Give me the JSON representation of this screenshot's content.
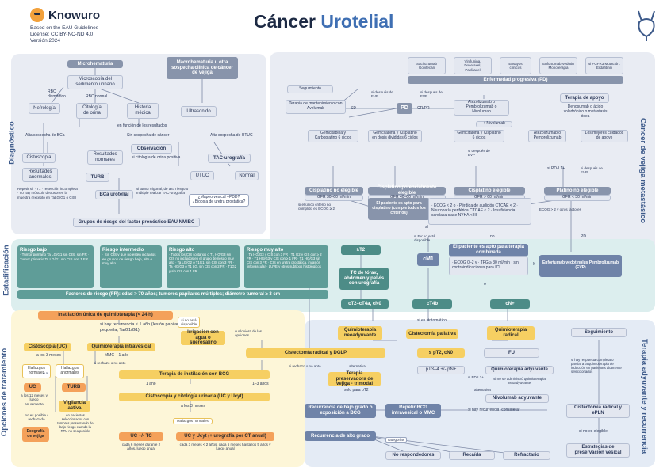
{
  "header": {
    "brand": "Knowuro",
    "meta1": "Based on the EAU Guidelines",
    "meta2": "License: CC BY-NC-ND 4.0",
    "meta3": "Versión 2024",
    "title_a": "Cáncer",
    "title_b": "Urotelial"
  },
  "sections": {
    "diag": "Diagnóstico",
    "estad": "Estadificación",
    "opt": "Opciones de tratamiento",
    "meta": "Cáncer de vejiga metastásico",
    "adj": "Terapia adyuvante y recurrencia"
  },
  "diag": {
    "micro": "Microhematuria",
    "micro_sed": "Microscopía del sedimento urinario",
    "rbc_dism": "RBC dismórfico",
    "rbc_norm": "RBC normal",
    "nefro": "Nefrología",
    "cito_orina": "Citología de orina",
    "hist": "Historia médica",
    "macro": "Macrohematuria u otra sospecha clínica de cáncer de vejiga",
    "us": "Ultrasonido",
    "fn": "en función de los resultados",
    "alta": "Alta sospecha de BCa",
    "sin": "Sin sospecha de cáncer",
    "alta_utuc": "Alta sospecha de UTUC",
    "cisto": "Cistoscopia",
    "res_norm": "Resultados normales",
    "obs": "Observación",
    "obs_note": "si citología de orina positiva",
    "tac": "TAC-urografía",
    "res_anorm": "Resultados anormales",
    "turb": "TURB",
    "utuc": "UTUC",
    "normal": "Normal",
    "repetir": "Repetir si: · T1 · resección incompleta · no hay músculo detrusor en la muestra (excepto en TaLG/G1 o CIS)",
    "bca": "BCa urotelial",
    "bca_note": "si tumor trigonal, de alto riesgo o múltiple realizar TAC-urografía",
    "mapeo": "¿Mapeo vesical +PDD? ¿Biopsia de uretra prostática?",
    "grupos": "Grupos de riesgo del factor pronóstico EAU NMIBC"
  },
  "meta": {
    "sac": "Sacituzumab Govitecan",
    "vinf": "Vinflunina, Docetaxel, Paclitaxel",
    "ensayos": "Ensayos clínicos",
    "enf": "Enfortumab Vedotin Monoterapia",
    "fgfr": "si FGFR3 Mutación: Erdafitinib",
    "prog": "Enfermedad progresiva (PD)",
    "seg": "Seguimiento",
    "mant": "Terapia de mantenimiento con Avelumab",
    "despues": "si después de EVP",
    "pd": "PD",
    "sd": "SD",
    "cr": "CR/PR",
    "atez": "Atezolizumab o Pembrolizumab o Nivolumab",
    "nivo": "+ Nivolumab",
    "apoyo": "Terapia de apoyo",
    "apoyo_d": "Denosumab o ácido zoledrónico o metástasis ósea",
    "gc1": "Gemcitabina y Carboplatino 6 ciclos",
    "gc2": "Gemcitabina y Cisplatino en dosis divididas 6 ciclos",
    "gc3": "Gemcitabina y Cisplatino 6 ciclos",
    "ap": "Atezolizumab o Pembrolizumab",
    "mejores": "Los mejores cuidados de apoyo",
    "pdl1": "si PD-L1+",
    "cis_ne": "Cisplatino no elegible",
    "gfr1": "GFR 30–60 ml/min",
    "cis_pe": "Cisplatino potencialmente elegible",
    "gfr2": "GFR 40–60 ml/min",
    "cis_e": "Cisplatino elegible",
    "gfr3": "GFR > 60 ml/min",
    "plat": "Platino no elegible",
    "gfr4": "GFR < 30 ml/min",
    "apto1": "El paciente es apto para cisplatino (cumple todos los criterios)",
    "crit": "· ECOG < 2 o · Pérdida de audición CTCAE < 2 · Neuropatía periférica CTCAE < 2 · Insuficiencia cardíaca clase NYHA < III",
    "uno": "si el único criterio no cumplido es ECOG ≥ 2",
    "ecog2": "ECOG > 2 y otros factores",
    "si": "sí",
    "no": "no",
    "evp": "si EV no está disponible",
    "apto2": "El paciente es apto para terapia combinada",
    "crit2": "· ECOG 0–2 y · TFG ≥ 30 ml/min · sin contraindicaciones para ICI",
    "cm1": "cM1",
    "pd2": "PD",
    "enf2": "Enfortumab vedotinplus Pembrolizumab (EVP)",
    "o": "o",
    "y": "y"
  },
  "estad": {
    "bajo_t": "Riesgo bajo",
    "bajo": "· Tumor primario Ta LG/G1 sin CIS, sin FR · Tumor primario Ta LG/G1 sin CIS con 1 FR",
    "int_t": "Riesgo intermedio",
    "int": "· Sin CIS y que no estén incluidos en grupos de riesgo bajo, alto o muy alto",
    "alto_t": "Riesgo alto",
    "alto": "· Todos los CIS solitarios o T1 HG/G3 sin CIS no incluidos en el grupo de riesgo muy alto · Ta LG/G2 o T1G1, sin CIS con 3 FR · Ta HG/G3 o T1 LG, sin CIS con 2 FR · T1G2 y sin CIS con 1 FR",
    "malto_t": "Riesgo muy alto",
    "malto": "· Ta HG/G3 y CIS con 3 FR · T1 G2 y CIS con ≥ 2 FR · T1 HG/G3 y CIS con ≥ 1 FR · T1 HG/G3 sin CIS con 3 FR · CIS en uretra prostática, invasión linfovascular · LUVE y otros subtipos histológicos",
    "fr": "Factores de riesgo (FR): edad > 70 años; tumores papilares múltiples; diámetro tumoral ≥ 3 cm",
    "t2": "≥T2",
    "tc": "TC de tórax, abdomen y pelvis con urografía",
    "ct2": "cT2–cT4a, cN0",
    "ct4b": "cT4b",
    "cnp": "cN+"
  },
  "opt": {
    "inst": "Instilación única de quimioterapia (< 24 h)",
    "recur": "si hay recurrencia ≤ 1 año (lesión papilar pequeña, Ta/G1/G1)",
    "nodisp": "si no está disponible",
    "irrig": "Irrigación con agua o suerosalino",
    "cualq": "cualquiera de las opciones",
    "cisto_uc": "Cistoscopia (UC)",
    "tres": "a los 3 meses",
    "quimio_iv": "Quimioterapia intravesical",
    "mmc": "MMC – 1 año",
    "hall1": "Hallazgos normales",
    "hall2": "Hallazgos anormales",
    "uc1": "UC",
    "uc1d": "a los 12 meses y luego anualmente",
    "si5": "si 5",
    "turb": "TURB",
    "nop": "no es posible / rechazado",
    "eco": "Ecografía de vejiga",
    "vig": "Vigilancia activa",
    "vigd": "en pacientes seleccionados con tumores presentando de bajo riesgo cuando la RTU no sea posible",
    "rech": "si rechazo o no apto",
    "bcg": "Terapia de instilación con BCG",
    "a1": "1 año",
    "a13": "1–3 años",
    "cito_uc": "Cistoscopia y citología urinaria (UC y Ucyt)",
    "tres2": "a los 3 meses",
    "hn": "Hallazgos normales",
    "uc_tc": "UC +/- TC",
    "uc_tcd": "cada 6 meses durante 2 años, luego anual",
    "uc_ucyt": "UC y Ucyt (+ urografía por CT anual)",
    "uc_ucytd": "cada 3 meses < 2 años, cada 6 meses hasta los 5 años y luego anual",
    "cist_rad": "Cistectomía radical y DGLP",
    "quim_neo": "Quimioterapia neoadyuvante",
    "cist_pal": "Cistectomía paliativa",
    "si_sint": "si es sintomático",
    "quim_rad": "Quimioterapia radical",
    "rech2": "si rechazo o no apto",
    "alt": "alternativa",
    "pres": "Terapia preservadora de vejiga - trimodal",
    "solo": "solo para pT2",
    "ppt2": "≤ pT2, cN0",
    "fu": "FU",
    "pt3": "pT3–4 +/- pN+",
    "pdl1": "si PD-L1+",
    "quim_adj": "Quimioterapia adyuvante",
    "quim_adjd": "si no se administró quimioterapia neoadyuvante",
    "alt2": "alternativa",
    "nivo": "Nivolumab adyuvante",
    "rec_bajo": "Recurrencia de bajo grado o exposición a BCG",
    "rep_bcg": "Repetir BCG intravesical o MMC",
    "si_rec": "si hay recurrencia, considerar",
    "rec_alto": "Recurrencia de alto grado",
    "cat": "categorías",
    "no_resp": "No respondedores",
    "recaida": "Recaída",
    "refract": "Refractario",
    "seg": "Seguimiento",
    "cist_pln": "Cistectomía radical y ePLN",
    "no_eleg": "si no es elegible",
    "estr": "Estrategias de preservación vesical",
    "resp_nota": "si hay respuesta completa o parcial a la quimioterapia de inducción en pacientes altamente seleccionados"
  }
}
